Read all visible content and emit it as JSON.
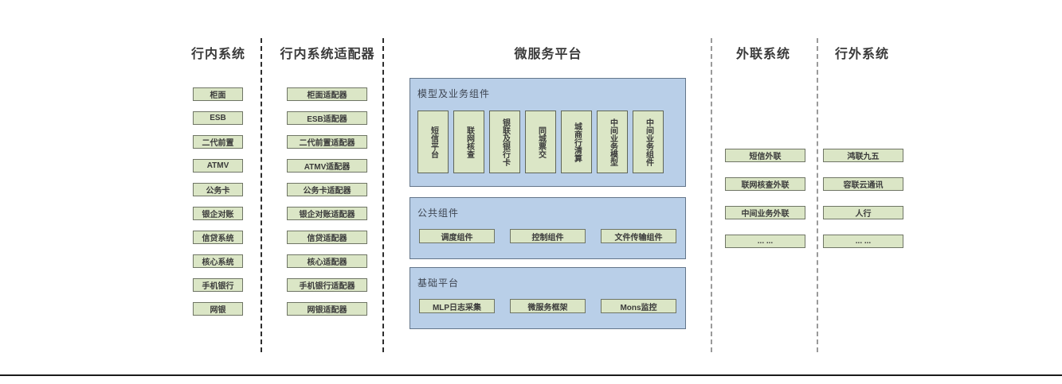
{
  "columns": {
    "internal": {
      "title": "行内系统",
      "items": [
        "柜面",
        "ESB",
        "二代前置",
        "ATMV",
        "公务卡",
        "银企对账",
        "信贷系统",
        "核心系统",
        "手机银行",
        "网银"
      ]
    },
    "adapter": {
      "title": "行内系统适配器",
      "items": [
        "柜面适配器",
        "ESB适配器",
        "二代前置适配器",
        "ATMV适配器",
        "公务卡适配器",
        "银企对账适配器",
        "信贷适配器",
        "核心适配器",
        "手机银行适配器",
        "网银适配器"
      ]
    },
    "platform": {
      "title": "微服务平台",
      "panels": {
        "model": {
          "title": "模型及业务组件",
          "items": [
            "短信平台",
            "联网核查",
            "银联及银行卡",
            "同城票交",
            "城商行清算",
            "中间业务模型",
            "中间业务组件"
          ]
        },
        "common": {
          "title": "公共组件",
          "items": [
            "调度组件",
            "控制组件",
            "文件传输组件"
          ]
        },
        "base": {
          "title": "基础平台",
          "items": [
            "MLP日志采集",
            "微服务框架",
            "Mons监控"
          ]
        }
      }
    },
    "outreach": {
      "title": "外联系统",
      "items": [
        "短信外联",
        "联网核查外联",
        "中间业务外联",
        "... ..."
      ]
    },
    "external": {
      "title": "行外系统",
      "items": [
        "鸿联九五",
        "容联云通讯",
        "人行",
        "... ..."
      ]
    }
  },
  "colors": {
    "green_fill": "#dbe6c6",
    "green_border": "#6f7565",
    "blue_fill": "#b9cfe8",
    "blue_border": "#63758a",
    "text": "#3b3b3b",
    "separator_dark": "#2e2e2e",
    "separator_gray": "#9a9a9a"
  }
}
